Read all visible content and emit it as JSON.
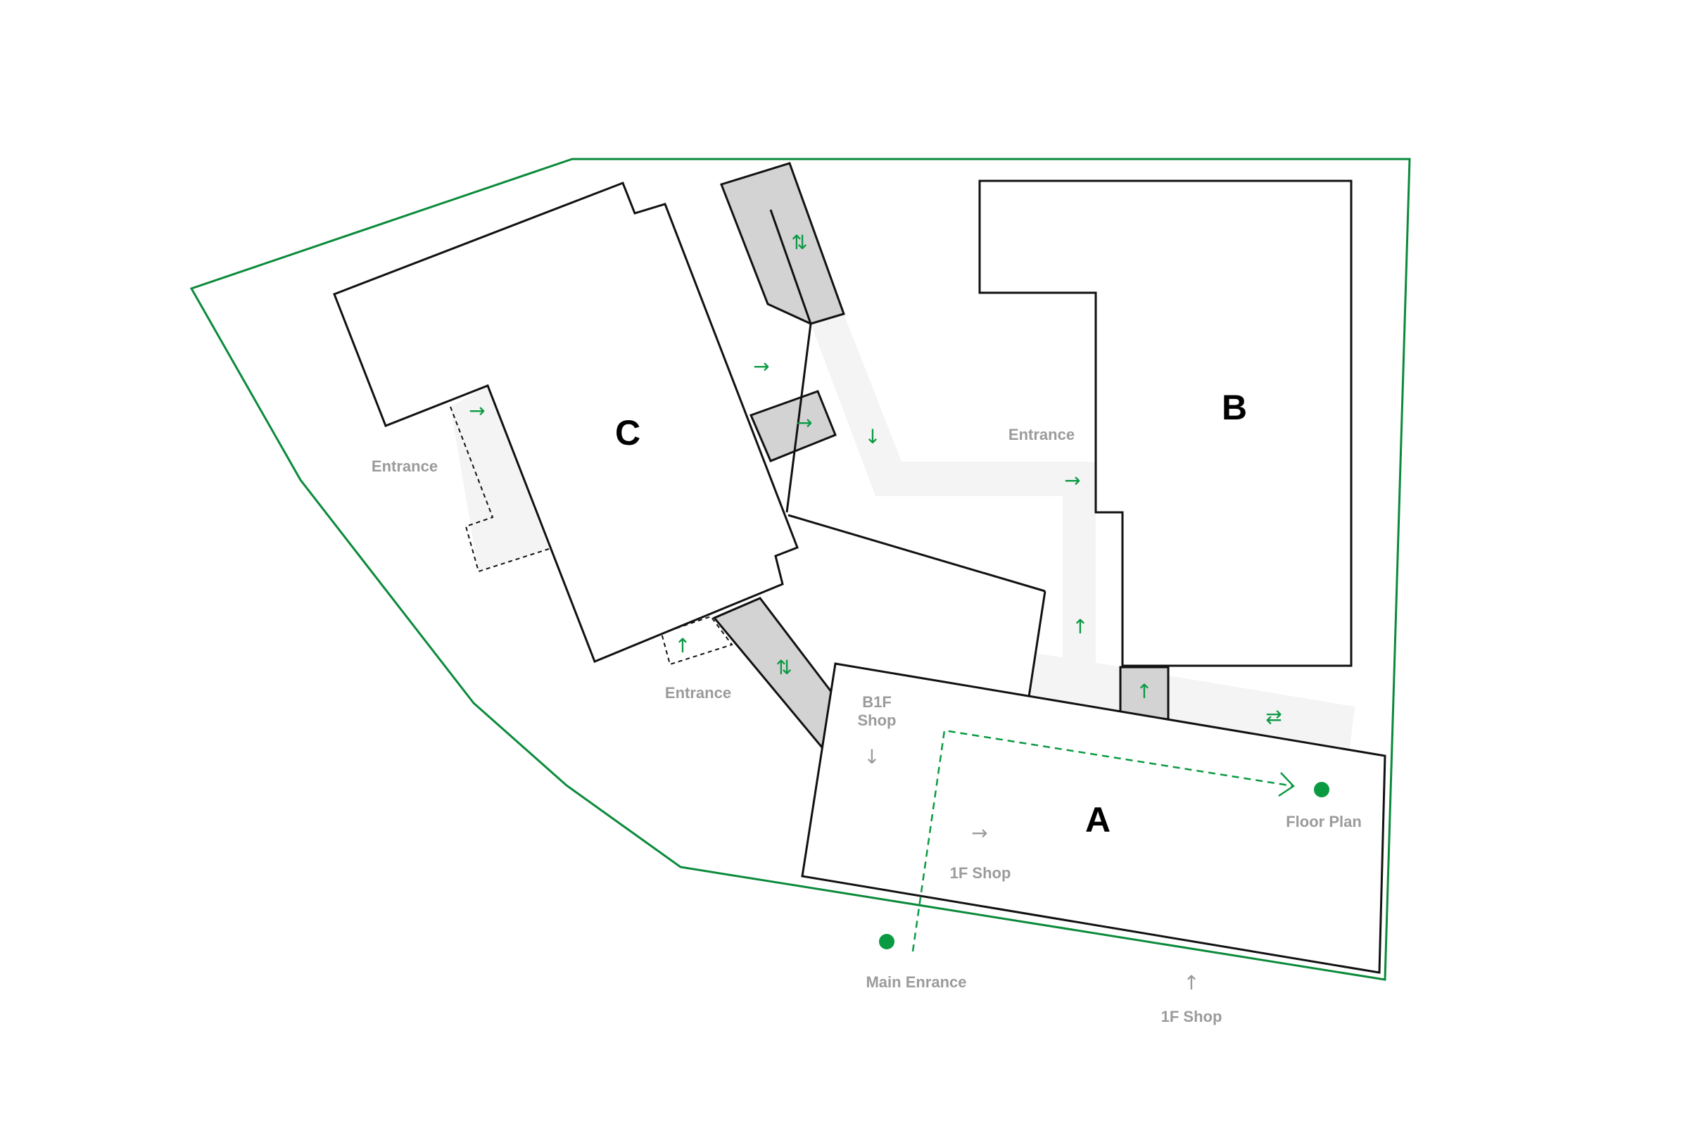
{
  "colors": {
    "site_outline": "#0a8a3a",
    "accent_green": "#0a9a42",
    "building_outline": "#111111",
    "corridor_dark": "#d3d3d3",
    "corridor_light": "#f4f4f4",
    "label_gray": "#9b9b9b"
  },
  "buildings": {
    "a": {
      "label": "A"
    },
    "b": {
      "label": "B"
    },
    "c": {
      "label": "C"
    }
  },
  "labels": {
    "entrance_c_west": "Entrance",
    "entrance_c_south": "Entrance",
    "entrance_b": "Entrance",
    "b1f_shop_line1": "B1F",
    "b1f_shop_line2": "Shop",
    "shop_1f_inside": "1F Shop",
    "shop_1f_outside": "1F Shop",
    "floor_plan": "Floor Plan",
    "main_entrance": "Main Enrance"
  },
  "icons": {
    "main_entrance_marker": "green-dot",
    "floor_plan_marker": "green-dot",
    "direction_arrows": [
      "arrow-right",
      "arrow-down",
      "arrow-up",
      "arrow-up-down",
      "arrow-left-right"
    ]
  }
}
